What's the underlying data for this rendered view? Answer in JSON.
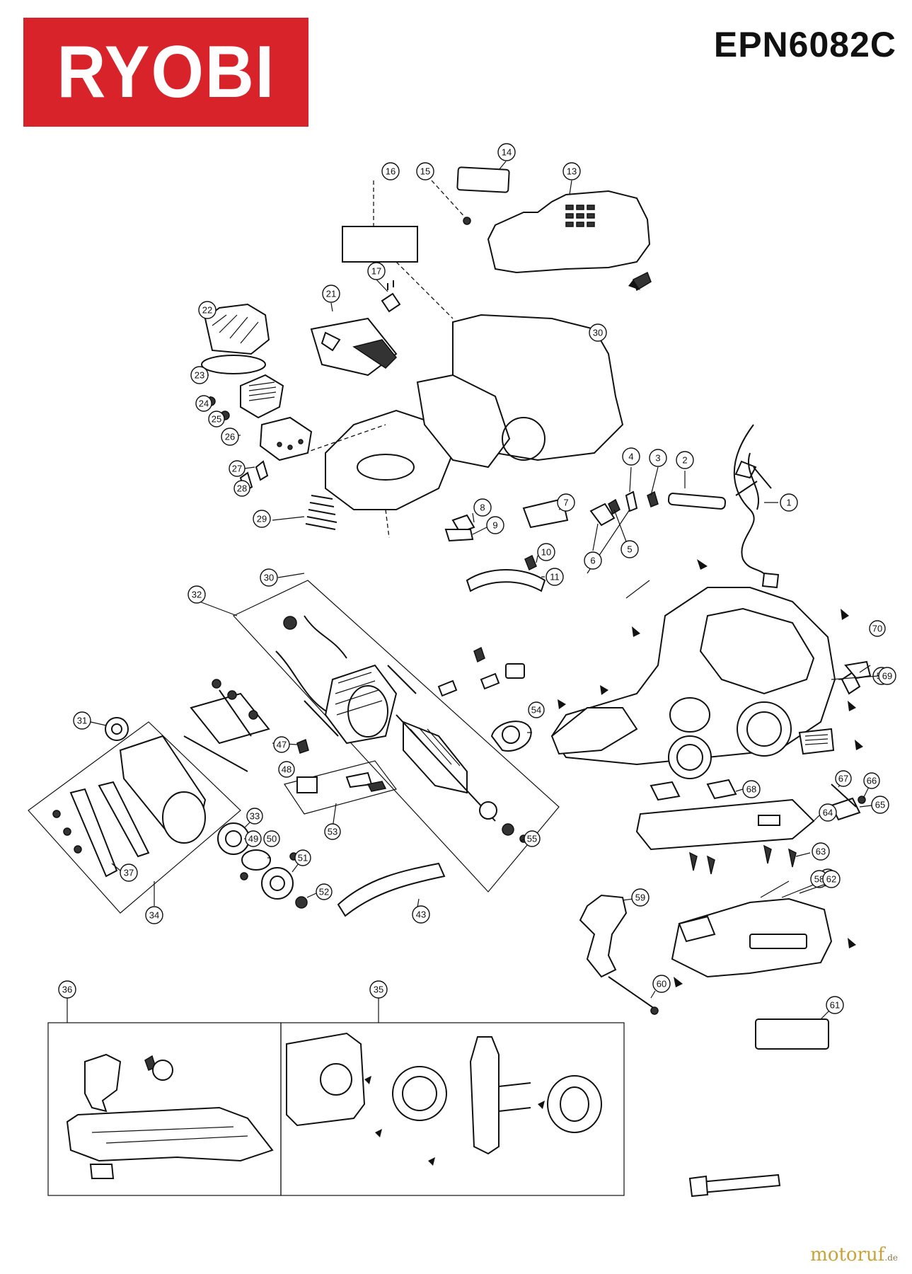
{
  "brand": {
    "logo": "RYOBI"
  },
  "model": "EPN6082C",
  "footer": {
    "site": "motoruf",
    "tld": ".de"
  },
  "callouts": [
    "1",
    "2",
    "3",
    "4",
    "5",
    "6",
    "7",
    "8",
    "9",
    "10",
    "11",
    "13",
    "14",
    "15",
    "16",
    "17",
    "21",
    "22",
    "23",
    "24",
    "25",
    "26",
    "27",
    "28",
    "29",
    "30",
    "31",
    "32",
    "33",
    "34",
    "35",
    "36",
    "37",
    "43",
    "47",
    "48",
    "49",
    "50",
    "51",
    "52",
    "53",
    "54",
    "55",
    "56",
    "57",
    "58",
    "59",
    "60",
    "61",
    "62",
    "63",
    "64",
    "65",
    "66",
    "67",
    "68",
    "69",
    "70"
  ]
}
